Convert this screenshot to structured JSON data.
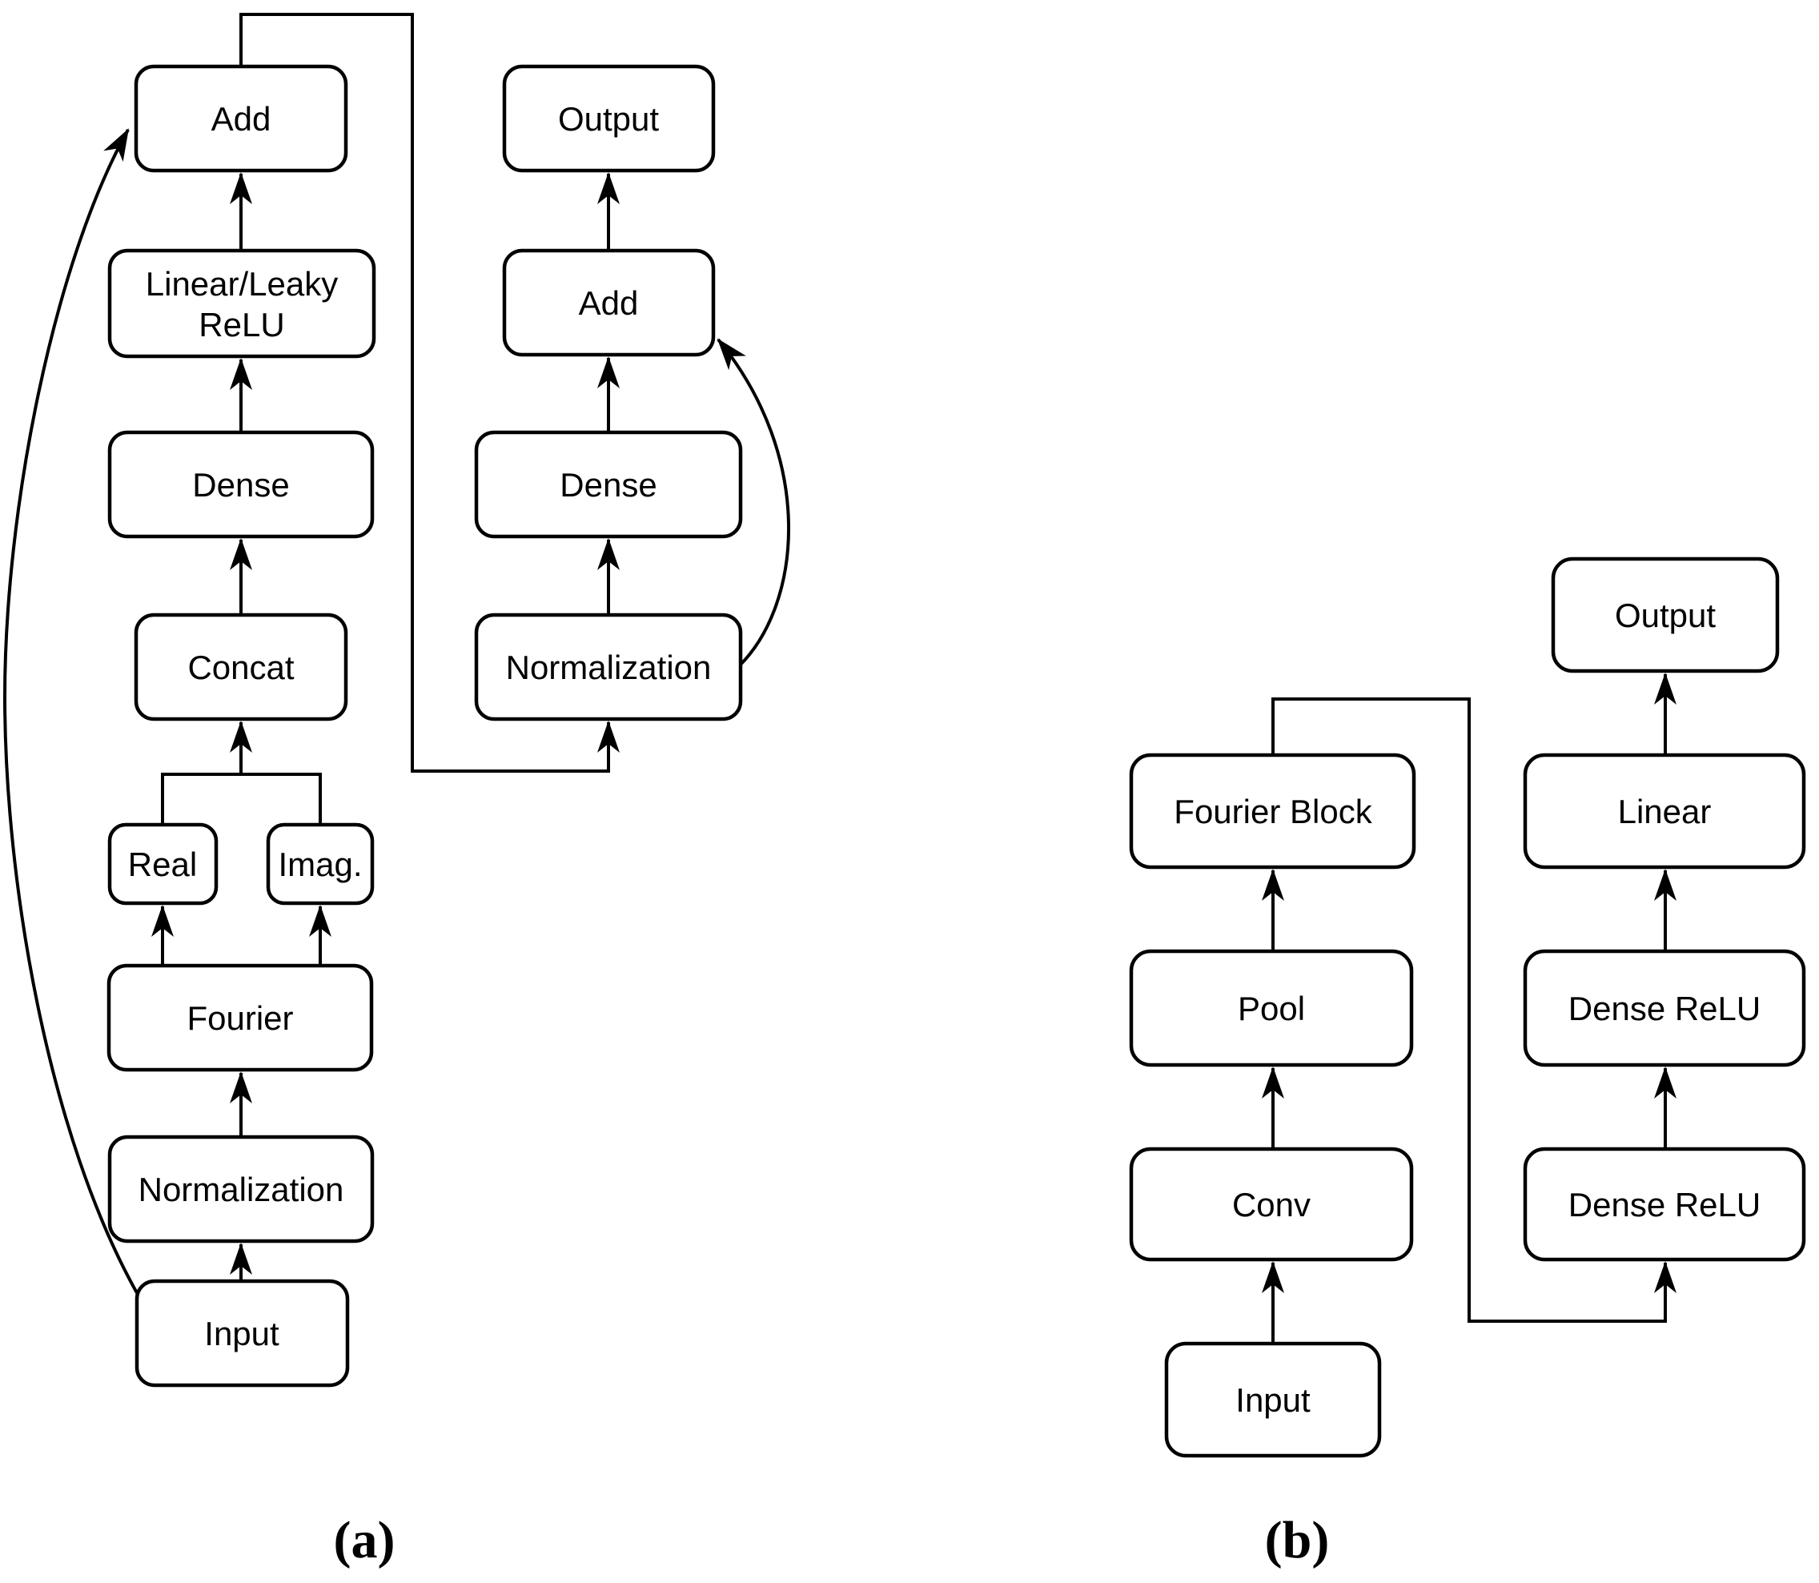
{
  "colors": {
    "background": "#ffffff",
    "stroke": "#000000",
    "text": "#000000"
  },
  "panel_a": {
    "caption": "(a)",
    "nodes": {
      "input": "Input",
      "normalization": "Normalization",
      "fourier": "Fourier",
      "real": "Real",
      "imag": "Imag.",
      "concat": "Concat",
      "dense": "Dense",
      "linear_line1": "Linear/Leaky",
      "linear_line2": "ReLU",
      "add": "Add",
      "r_normalization": "Normalization",
      "r_dense": "Dense",
      "r_add": "Add",
      "r_output": "Output"
    },
    "edges": [
      {
        "from": "Input",
        "to": "Normalization",
        "type": "arrow"
      },
      {
        "from": "Normalization",
        "to": "Fourier",
        "type": "arrow"
      },
      {
        "from": "Fourier",
        "to": "Real",
        "type": "arrow"
      },
      {
        "from": "Fourier",
        "to": "Imag.",
        "type": "arrow"
      },
      {
        "from": "Real",
        "to": "Concat",
        "type": "merge-arrow"
      },
      {
        "from": "Imag.",
        "to": "Concat",
        "type": "merge-arrow"
      },
      {
        "from": "Concat",
        "to": "Dense",
        "type": "arrow"
      },
      {
        "from": "Dense",
        "to": "Linear/Leaky ReLU",
        "type": "arrow"
      },
      {
        "from": "Linear/Leaky ReLU",
        "to": "Add",
        "type": "arrow"
      },
      {
        "from": "Input",
        "to": "Add",
        "type": "curved-skip"
      },
      {
        "from": "Add",
        "to": "Normalization (right)",
        "type": "elbow-arrow"
      },
      {
        "from": "Normalization (right)",
        "to": "Dense (right)",
        "type": "arrow"
      },
      {
        "from": "Dense (right)",
        "to": "Add (right)",
        "type": "arrow"
      },
      {
        "from": "Normalization (right)",
        "to": "Add (right)",
        "type": "curved-skip"
      },
      {
        "from": "Add (right)",
        "to": "Output",
        "type": "arrow"
      }
    ]
  },
  "panel_b": {
    "caption": "(b)",
    "nodes": {
      "input": "Input",
      "conv": "Conv",
      "pool": "Pool",
      "fourier_block": "Fourier Block",
      "dense_relu_lower": "Dense ReLU",
      "dense_relu_upper": "Dense ReLU",
      "linear": "Linear",
      "output": "Output"
    },
    "edges": [
      {
        "from": "Input",
        "to": "Conv",
        "type": "arrow"
      },
      {
        "from": "Conv",
        "to": "Pool",
        "type": "arrow"
      },
      {
        "from": "Pool",
        "to": "Fourier Block",
        "type": "arrow"
      },
      {
        "from": "Fourier Block",
        "to": "Dense ReLU (lower)",
        "type": "elbow-arrow"
      },
      {
        "from": "Dense ReLU (lower)",
        "to": "Dense ReLU (upper)",
        "type": "arrow"
      },
      {
        "from": "Dense ReLU (upper)",
        "to": "Linear",
        "type": "arrow"
      },
      {
        "from": "Linear",
        "to": "Output",
        "type": "arrow"
      }
    ]
  }
}
